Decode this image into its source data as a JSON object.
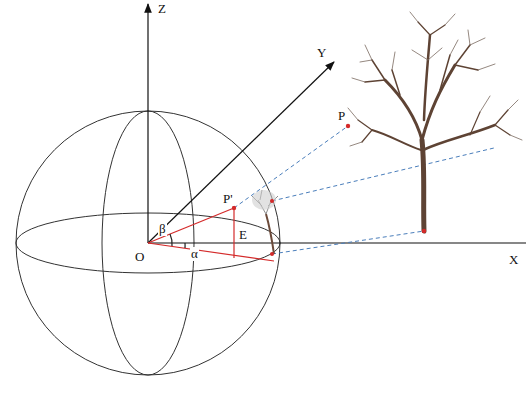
{
  "diagram": {
    "labels": [
      "Z",
      "Y",
      "X",
      "P",
      "P'",
      "E",
      "O",
      "β",
      "α"
    ]
  }
}
